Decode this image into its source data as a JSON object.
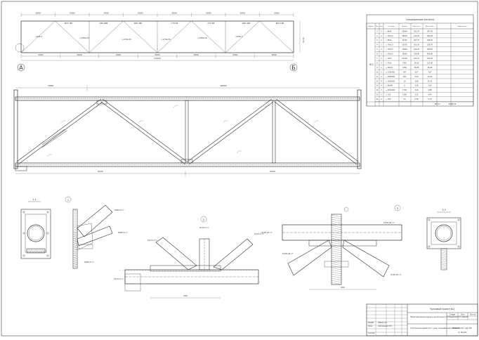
{
  "scheme": {
    "top_dims": [
      "3000",
      "3000",
      "3000",
      "3000",
      "3000",
      "3000",
      "3000",
      "3000"
    ],
    "bottom_dims": [
      "3000",
      "3000",
      "3000",
      "3000",
      "3000",
      "3000",
      "3000"
    ],
    "total_dim": "21000",
    "axis_left": "А",
    "axis_right": "Б",
    "side_dim": "3150",
    "forces": [
      "-603,186",
      "-946,686",
      "-946,466",
      "-779,85",
      "-779,85",
      "-946,466",
      "-603,186",
      "+946,7",
      "+1580,23",
      "+1709,72",
      "+1709,72",
      "+1580,23",
      "+946,7"
    ]
  },
  "spec": {
    "title": "Спецификация металла",
    "headers": [
      "Марка",
      "Поз.",
      "Кол.",
      "Сечение",
      "Длина",
      "Масса шт.",
      "Масса общ.",
      "Примечание"
    ],
    "mark": "Ф-1",
    "rows": [
      [
        "1",
        "2",
        "○ 89х4",
        "20954",
        "183,70",
        "367,40"
      ],
      [
        "2",
        "2",
        "○ 76х3,5",
        "30630",
        "191,00",
        "382,00"
      ],
      [
        "3",
        "2",
        "○ 89х4",
        "31435",
        "197,75",
        "395,50"
      ],
      [
        "4",
        "2",
        "○ 76х3,5",
        "31670",
        "163,35",
        "326,70"
      ],
      [
        "5",
        "2",
        "○ 76х3,5",
        "15925",
        "195,25",
        "390,50"
      ],
      [
        "6",
        "2",
        "○ 76х3,5",
        "19965",
        "234,40",
        "468,80"
      ],
      [
        "7",
        "2",
        "○ 76х3",
        "21160",
        "161,10",
        "322,20"
      ],
      [
        "8",
        "2",
        "○ 76х3",
        "7555",
        "56,20",
        "112,40"
      ],
      [
        "9",
        "1",
        "▭ 260х5",
        "1360",
        "56,08",
        "56,08"
      ],
      [
        "10",
        "1",
        "▭ 160х160",
        "4/4",
        "3,97",
        "3,97"
      ],
      [
        "11",
        "2",
        "▭ 250х250",
        "160",
        "5,00",
        "10,00"
      ],
      [
        "12",
        "4",
        "▭ 200х200",
        "10",
        "3,68",
        "14,72"
      ],
      [
        "13",
        "4",
        "▭ 80х80",
        "6",
        "0,26",
        "1,04"
      ],
      [
        "14",
        "2",
        "▭ 200х200",
        "1750",
        "3,44",
        "6,88"
      ],
      [
        "15",
        "2",
        "▭ 150",
        "5160",
        "3,22",
        "6,44"
      ],
      [
        "16",
        "2",
        "▭ 150",
        "54",
        "0,38",
        "0,76"
      ]
    ],
    "total_label": "Итого",
    "total_value": "3998,24"
  },
  "truss": {
    "dim_left": "2988",
    "dim_right": "18000",
    "bottom_left": "9000",
    "bottom_right": "9000"
  },
  "nodes": {
    "n1": {
      "num": "1",
      "section": "1-1"
    },
    "n2": {
      "num": "2"
    },
    "n3": {
      "num": "3",
      "section": "3-3"
    },
    "n1_label": "6х80,4 ст",
    "n2_label": "5х72,3 ст",
    "n3_label": "5х36,24 ст",
    "n2_dim": "490",
    "n3_dim": "490"
  },
  "title_block": {
    "top": "Курсовой проект №1",
    "main": "Проектирование каркаса одноэтажного промышленного здания",
    "sheet_name": "Стропильная ферма Ф-1; узлы, спецификация металла",
    "col_stage": "Стадия",
    "col_sheet": "Лист",
    "col_sheets": "Листов",
    "org1": "ИИСМ КГАСУ, каф. МК",
    "org2": "гр. 09-306",
    "designer_role": "Разраб.",
    "designer": "Павлов А.В.",
    "checker_role": "Пров.",
    "checker": "Сапожников П.Ю.",
    "norm_role": "Н.контр."
  }
}
